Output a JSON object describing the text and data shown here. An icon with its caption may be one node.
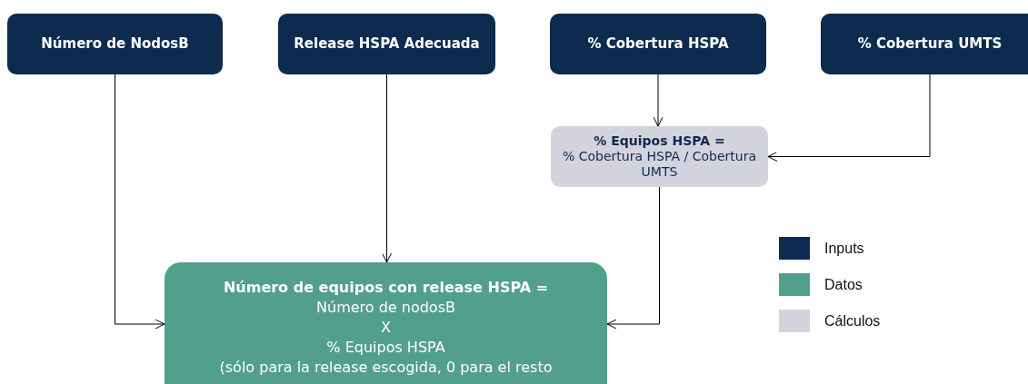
{
  "diagram": {
    "nodes": [
      {
        "text": [
          "Número de NodosB"
        ]
      },
      {
        "text": [
          "Release HSPA Adecuada"
        ]
      },
      {
        "text": [
          "% Cobertura HSPA"
        ]
      },
      {
        "text": [
          "% Cobertura UMTS"
        ]
      },
      {
        "text": [
          "% Equipos HSPA =",
          "% Cobertura HSPA / Cobertura UMTS"
        ]
      },
      {
        "text": [
          "Número de equipos con release HSPA =",
          "Número de nodosB",
          "X",
          "% Equipos HSPA",
          "(sólo para la release escogida, 0 para el resto"
        ]
      }
    ],
    "edges": [
      {
        "from": 0,
        "to": 5,
        "arrow": "to"
      },
      {
        "from": 1,
        "to": 5,
        "arrow": "to"
      },
      {
        "from": 2,
        "to": 4,
        "arrow": "to"
      },
      {
        "from": 3,
        "to": 4,
        "arrow": "to"
      },
      {
        "from": 4,
        "to": 5,
        "arrow": "to"
      }
    ],
    "legend": [
      {
        "text": "Inputs",
        "color": "#0d2a4f"
      },
      {
        "text": "Datos",
        "color": "#52a08c"
      },
      {
        "text": "Cálculos",
        "color": "#d3d3de"
      }
    ]
  }
}
